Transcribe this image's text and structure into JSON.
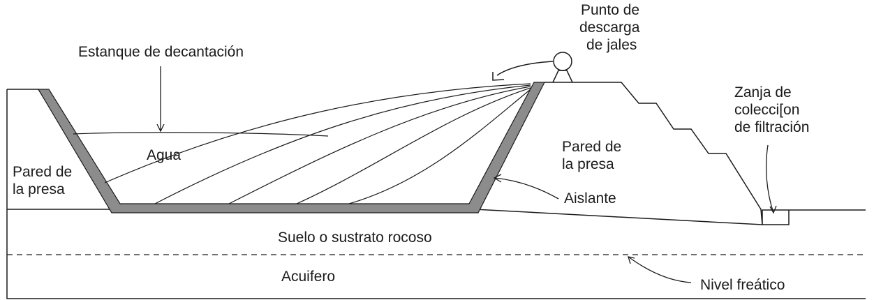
{
  "labels": {
    "estanque": "Estanque de decantación",
    "punto_descarga": [
      "Punto de",
      "descarga",
      "de jales"
    ],
    "zanja": [
      "Zanja de",
      "colecci[on",
      "de filtración"
    ],
    "agua": "Agua",
    "pared_izq": [
      "Pared de",
      "la presa"
    ],
    "pared_der": [
      "Pared de",
      "la presa"
    ],
    "aislante": "Aislante",
    "suelo": "Suelo o sustrato rocoso",
    "acuifero": "Acuifero",
    "nivel_freatico": "Nivel freático"
  },
  "colors": {
    "line": "#1a1a1a",
    "liner": "#8c8c8c",
    "background": "#ffffff"
  }
}
